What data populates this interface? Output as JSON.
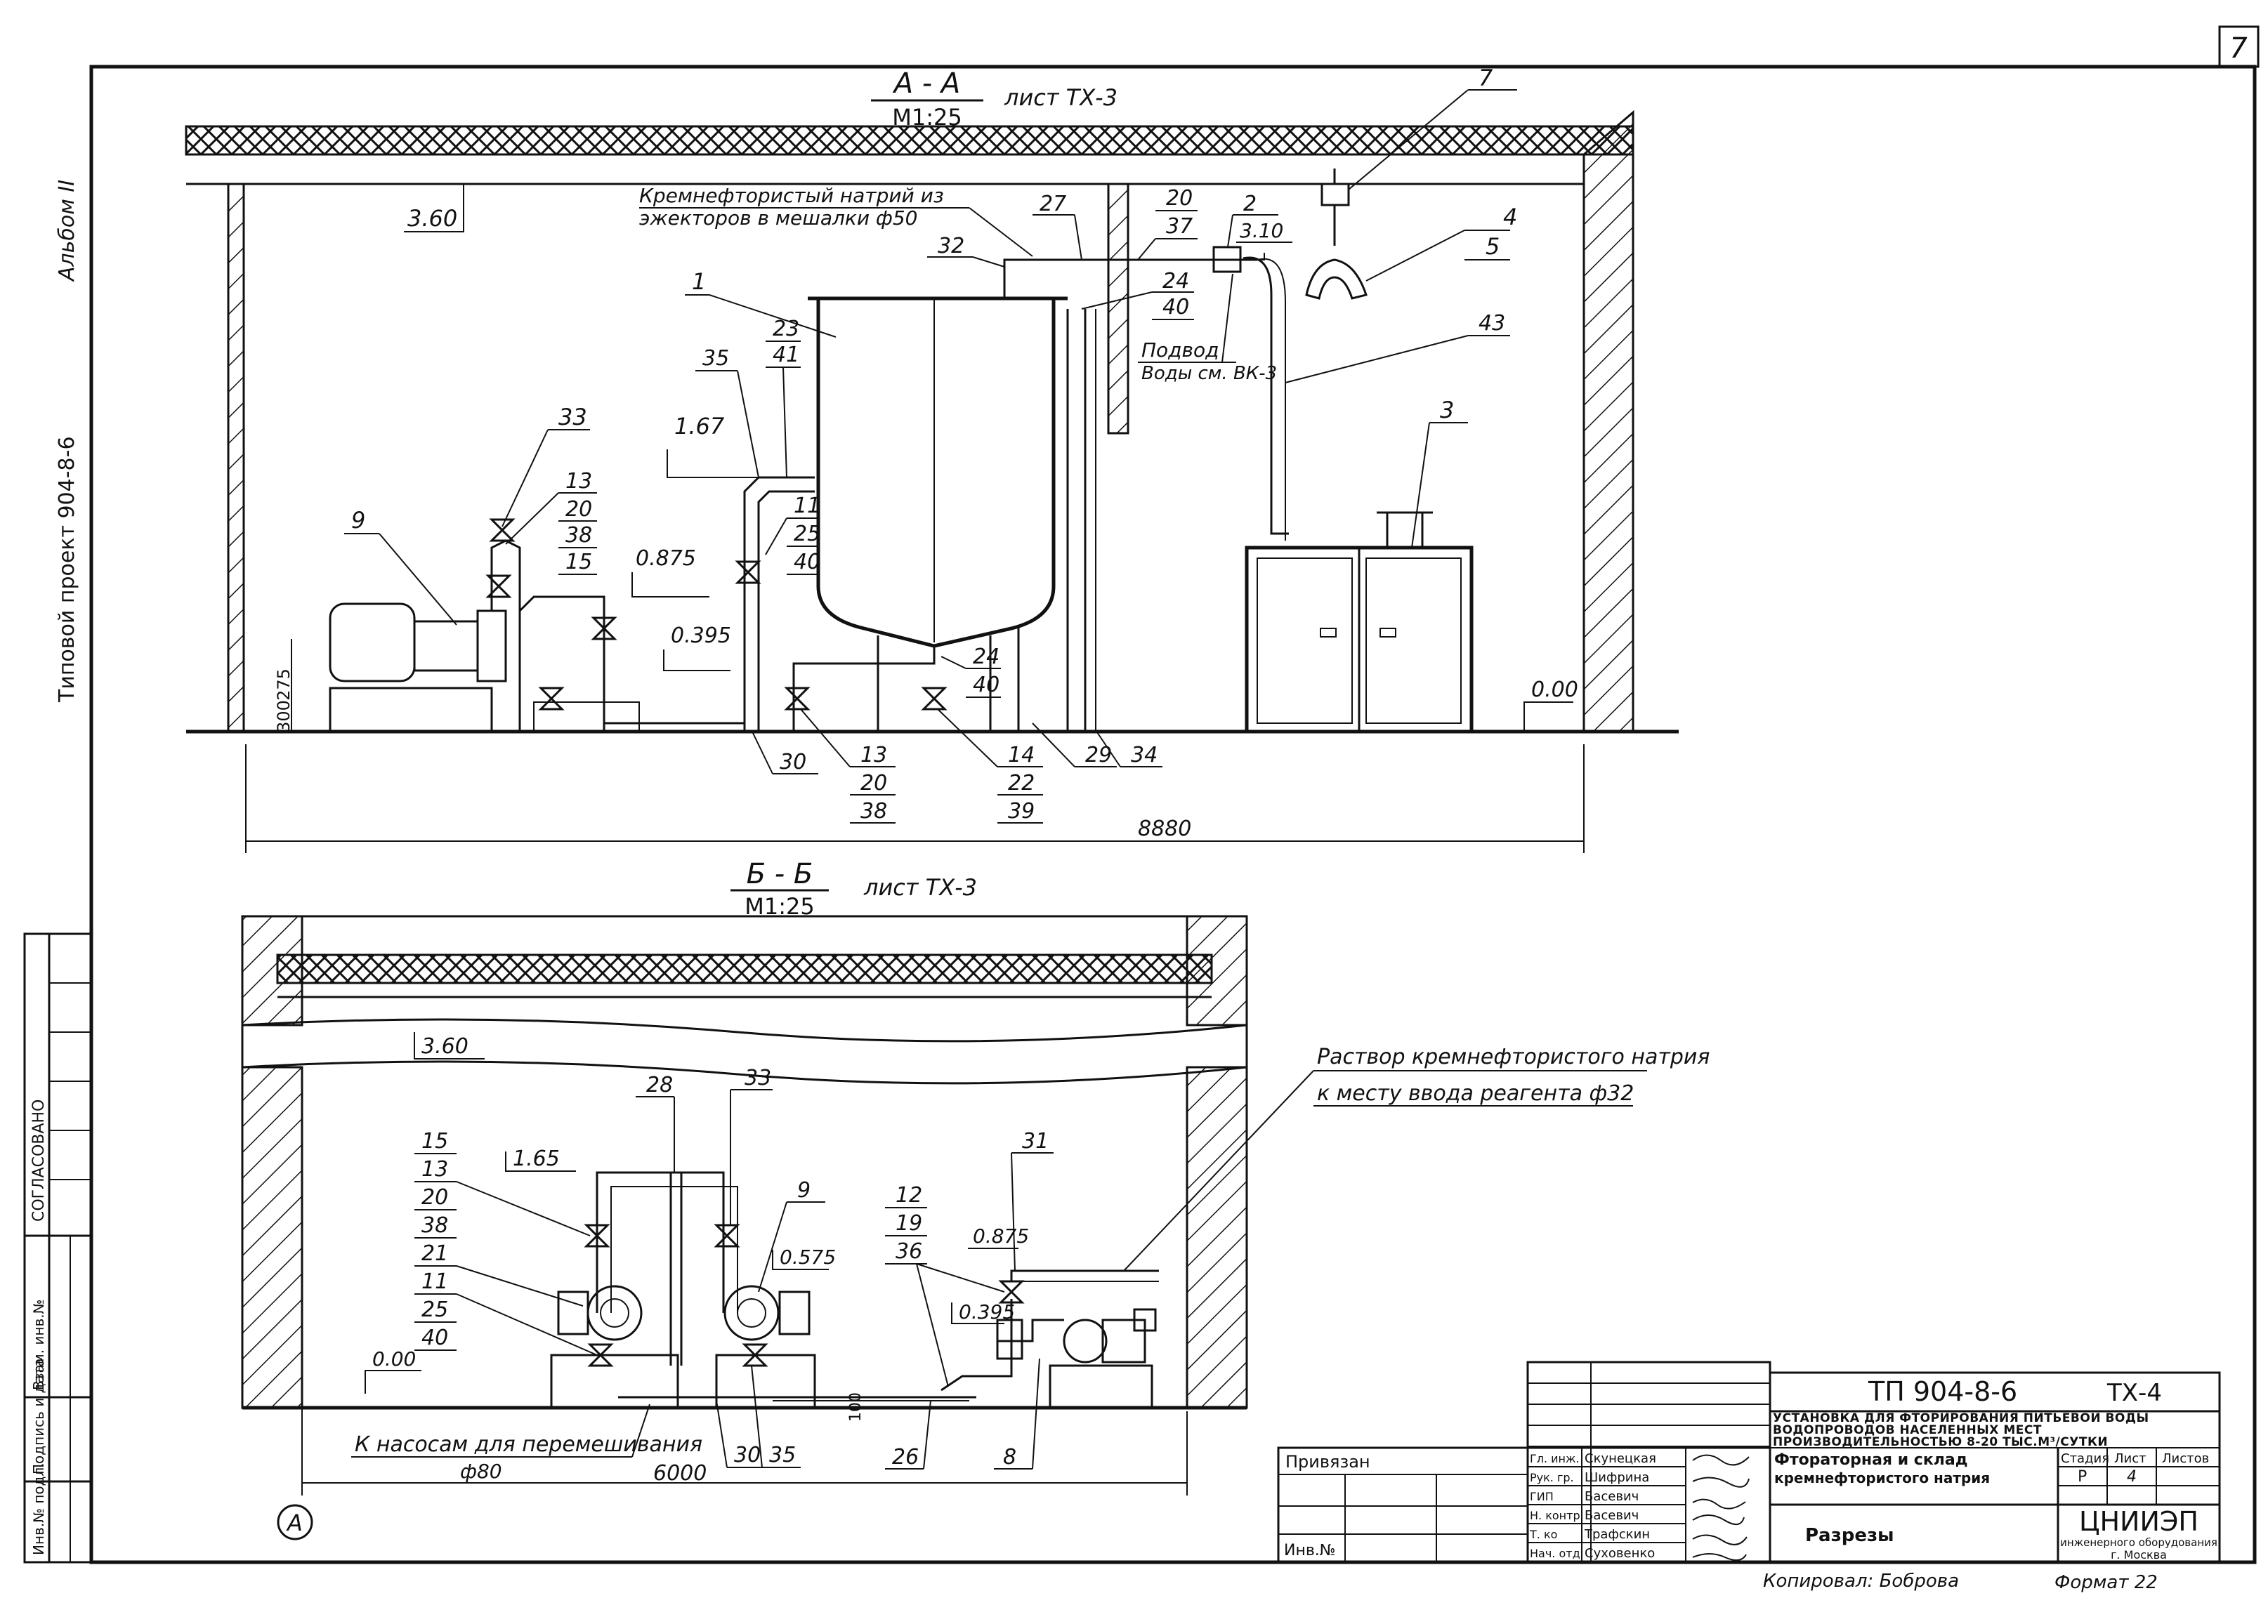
{
  "sheet_number": "7",
  "side_labels": {
    "album": "Альбом II",
    "project": "Типовой проект 904-8-6",
    "agreed": "СОГЛАСОВАНО",
    "inv_cells": [
      "Инв.№ подл.",
      "Подпись и дата",
      "Взам. инв.№"
    ]
  },
  "section_aa": {
    "title": "А - А",
    "scale": "М1:25",
    "sheet_ref": "лист ТХ-3",
    "note_line1": "Кремнефтористый натрий из",
    "note_line2": "эжекторов в мешалки ф50",
    "supply_line1": "Подвод",
    "supply_line2": "Воды см. ВК-3",
    "levels": [
      "3.60",
      "1.67",
      "0.875",
      "0.395",
      "0.00"
    ],
    "dims": [
      "275",
      "300",
      "8880"
    ],
    "marks": [
      "7",
      "4",
      "5",
      "20",
      "37",
      "2",
      "3.10",
      "27",
      "32",
      "24",
      "40",
      "1",
      "23",
      "41",
      "35",
      "43",
      "33",
      "13",
      "20",
      "38",
      "15",
      "9",
      "11",
      "25",
      "40",
      "3",
      "24",
      "40",
      "30",
      "13",
      "20",
      "38",
      "14",
      "22",
      "39",
      "29",
      "34"
    ]
  },
  "section_bb": {
    "title": "Б - Б",
    "scale": "М1:25",
    "sheet_ref": "лист ТХ-3",
    "solution_line1": "Раствор кремнефтористого натрия",
    "solution_line2": "к месту ввода реагента ф32",
    "pumps_line1": "К насосам для перемешивания",
    "pumps_line2": "ф80",
    "axis": "А",
    "levels": [
      "3.60",
      "1.65",
      "0.875",
      "0.575",
      "0.395",
      "0.00"
    ],
    "dims": [
      "6000",
      "100"
    ],
    "marks": [
      "15",
      "13",
      "20",
      "38",
      "21",
      "11",
      "25",
      "40",
      "28",
      "33",
      "9",
      "12",
      "19",
      "36",
      "31",
      "30",
      "35",
      "26",
      "8"
    ]
  },
  "title_block": {
    "code": "ТП 904-8-6",
    "sheet_code": "ТХ-4",
    "description": "Установка для фторирования питьевой воды водопроводов населенных мест производительностью 8-20 тыс.м³/сутки",
    "subject_line1": "Фтораторная и склад",
    "subject_line2": "кремнефтористого натрия",
    "drawing_name": "Разрезы",
    "stage_header": "Стадия",
    "sheet_header": "Лист",
    "sheets_header": "Листов",
    "stage": "Р",
    "sheet": "4",
    "org_name": "ЦНИИЭП",
    "org_line1": "инженерного оборудования",
    "org_line2": "г. Москва",
    "bound_label": "Привязан",
    "inv_label": "Инв.№",
    "signatories": [
      {
        "role": "Гл. инж.",
        "name": "Скунецкая"
      },
      {
        "role": "Рук. гр.",
        "name": "Шифрина"
      },
      {
        "role": "ГИП",
        "name": "Басевич"
      },
      {
        "role": "Н. контр.",
        "name": "Басевич"
      },
      {
        "role": "Т. ко",
        "name": "Трафскин"
      },
      {
        "role": "Нач. отд.",
        "name": "Суховенко"
      }
    ],
    "copied": "Копировал: Боброва",
    "format": "Формат 22"
  }
}
